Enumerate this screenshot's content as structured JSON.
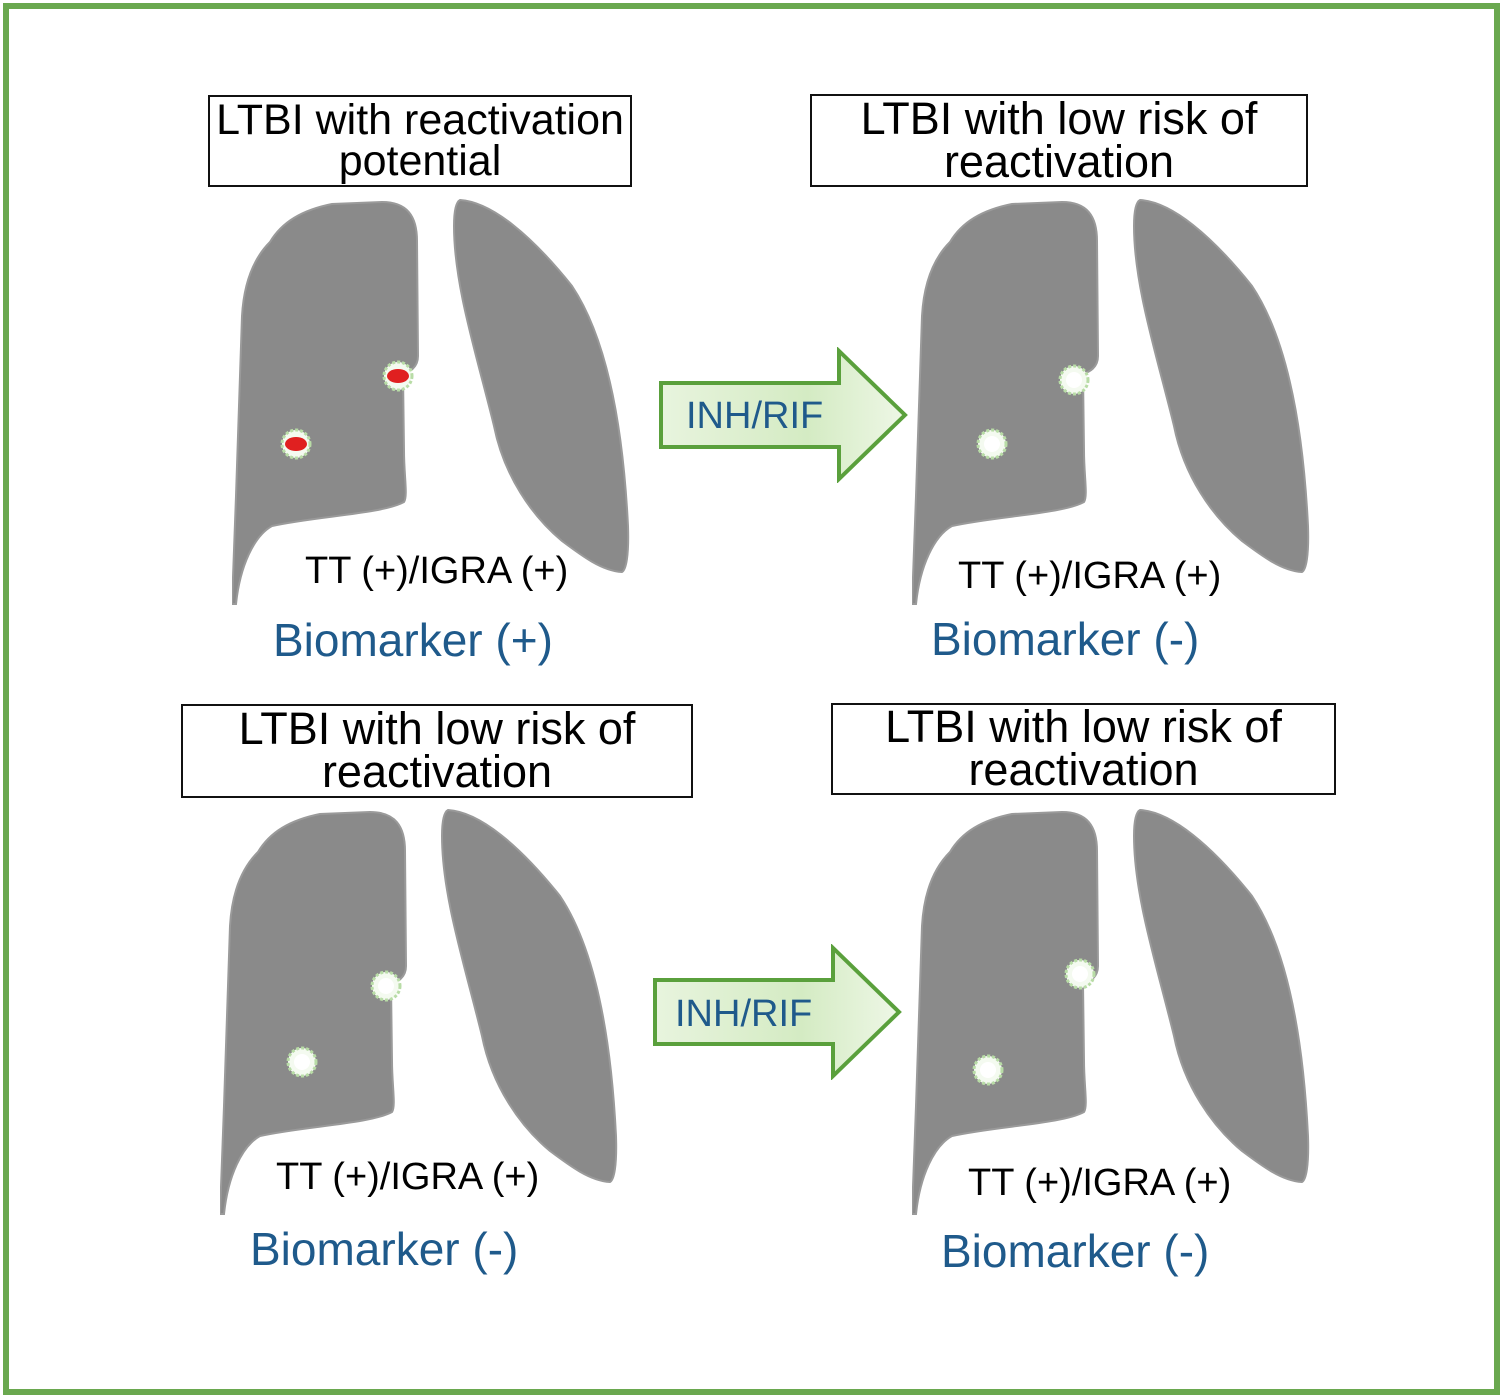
{
  "colors": {
    "frame": "#6aa84f",
    "lung": "#8a8a8a",
    "lesion_active": "#e02020",
    "lesion_healed": "#e8f5e0",
    "arrow_fill": "#d6ecc8",
    "arrow_stroke": "#5aa03c",
    "biomarker_text": "#1f5a8b"
  },
  "panels": [
    {
      "title_line1": "LTBI with reactivation",
      "title_line2": "potential",
      "test": "TT (+)/IGRA (+)",
      "biomarker": "Biomarker (+)",
      "lesion_state": "active"
    },
    {
      "title_line1": "LTBI with low risk of",
      "title_line2": "reactivation",
      "test": "TT (+)/IGRA (+)",
      "biomarker": "Biomarker (-)",
      "lesion_state": "healed"
    },
    {
      "title_line1": "LTBI with low risk of",
      "title_line2": "reactivation",
      "test": "TT (+)/IGRA (+)",
      "biomarker": "Biomarker (-)",
      "lesion_state": "healed"
    },
    {
      "title_line1": "LTBI with low risk of",
      "title_line2": "reactivation",
      "test": "TT (+)/IGRA (+)",
      "biomarker": "Biomarker (-)",
      "lesion_state": "healed"
    }
  ],
  "arrows": [
    {
      "label": "INH/RIF"
    },
    {
      "label": "INH/RIF"
    }
  ]
}
